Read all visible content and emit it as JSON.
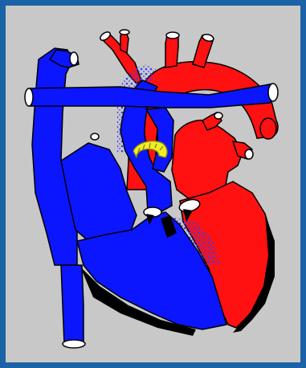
{
  "colors": {
    "frame": "#1b63a6",
    "panel": "#c8c8c8",
    "oxygenated": "#ff1111",
    "deoxygenated": "#0b16ff",
    "outline": "#000000",
    "vessel_end": "#ffffff",
    "ductus": "#f0ee2a",
    "ductus_outline": "#8a8a00",
    "mixing": "#3a3aff"
  },
  "diagram": {
    "subject": "heart",
    "structures": [
      {
        "id": "aorta",
        "icon": "aortic-arch-icon",
        "blood": "oxygenated"
      },
      {
        "id": "pulmonary-artery",
        "icon": "pulmonary-artery-icon",
        "blood": "deoxygenated"
      },
      {
        "id": "pulmonary-branches",
        "icon": "pulmonary-branches-icon",
        "blood": "deoxygenated"
      },
      {
        "id": "superior-vena-cava",
        "icon": "superior-vena-cava-icon",
        "blood": "deoxygenated"
      },
      {
        "id": "inferior-vena-cava",
        "icon": "inferior-vena-cava-icon",
        "blood": "deoxygenated"
      },
      {
        "id": "left-atrium",
        "icon": "left-atrium-icon",
        "blood": "oxygenated"
      },
      {
        "id": "right-atrium",
        "icon": "right-atrium-icon",
        "blood": "deoxygenated"
      },
      {
        "id": "left-ventricle",
        "icon": "left-ventricle-icon",
        "blood": "oxygenated"
      },
      {
        "id": "right-ventricle",
        "icon": "right-ventricle-icon",
        "blood": "deoxygenated"
      },
      {
        "id": "ductus-arteriosus",
        "icon": "ductus-arteriosus-icon",
        "blood": "shunt"
      },
      {
        "id": "valves",
        "icon": "heart-valve-icon",
        "blood": "none"
      }
    ]
  }
}
